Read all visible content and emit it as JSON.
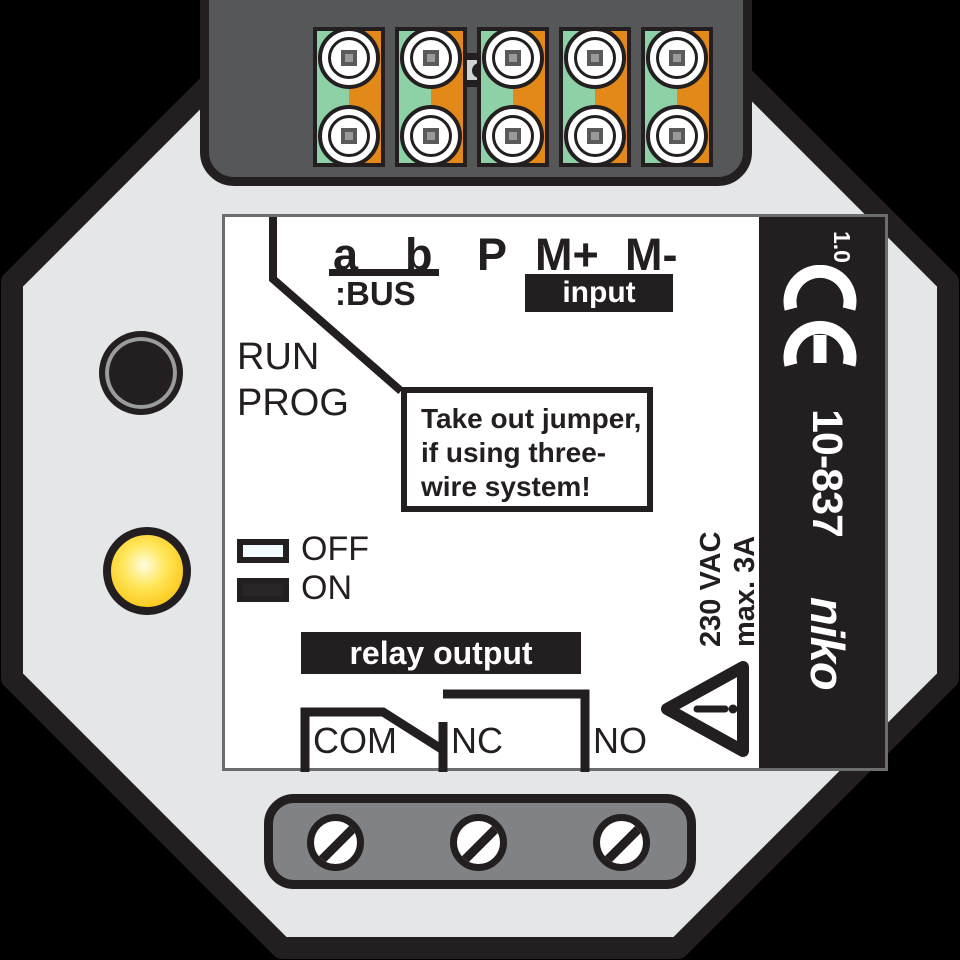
{
  "device": {
    "brand": "niko",
    "model": "10-837",
    "version": "1.0",
    "ce_mark": "CE"
  },
  "connector_block": {
    "jumper_name": "jumper-block",
    "terminal_count": 5,
    "green_hex": "#8ed1a6",
    "orange_hex": "#e3891a"
  },
  "label": {
    "terminals": [
      "a",
      "b",
      "P",
      "M+",
      "M-"
    ],
    "bus_text": ":BUS",
    "input_badge": "input",
    "mode_run": "RUN",
    "mode_prog": "PROG",
    "jumper_note": "Take out jumper, if using three-wire system!",
    "jumper_note_lines": [
      "Take out jumper,",
      "if using three-",
      "wire system!"
    ],
    "switch_off_label": "OFF",
    "switch_on_label": "ON",
    "relay_badge": "relay output",
    "relay_contacts": [
      "COM",
      "NC",
      "NO"
    ],
    "rating_voltage": "230 VAC",
    "rating_current": "max. 3A",
    "warning_symbol": "!"
  },
  "controls": {
    "push_button": "programming-button",
    "led_color": "#ffe65a",
    "led_name": "status-led"
  },
  "screw_terminal": {
    "screw_count": 3
  }
}
